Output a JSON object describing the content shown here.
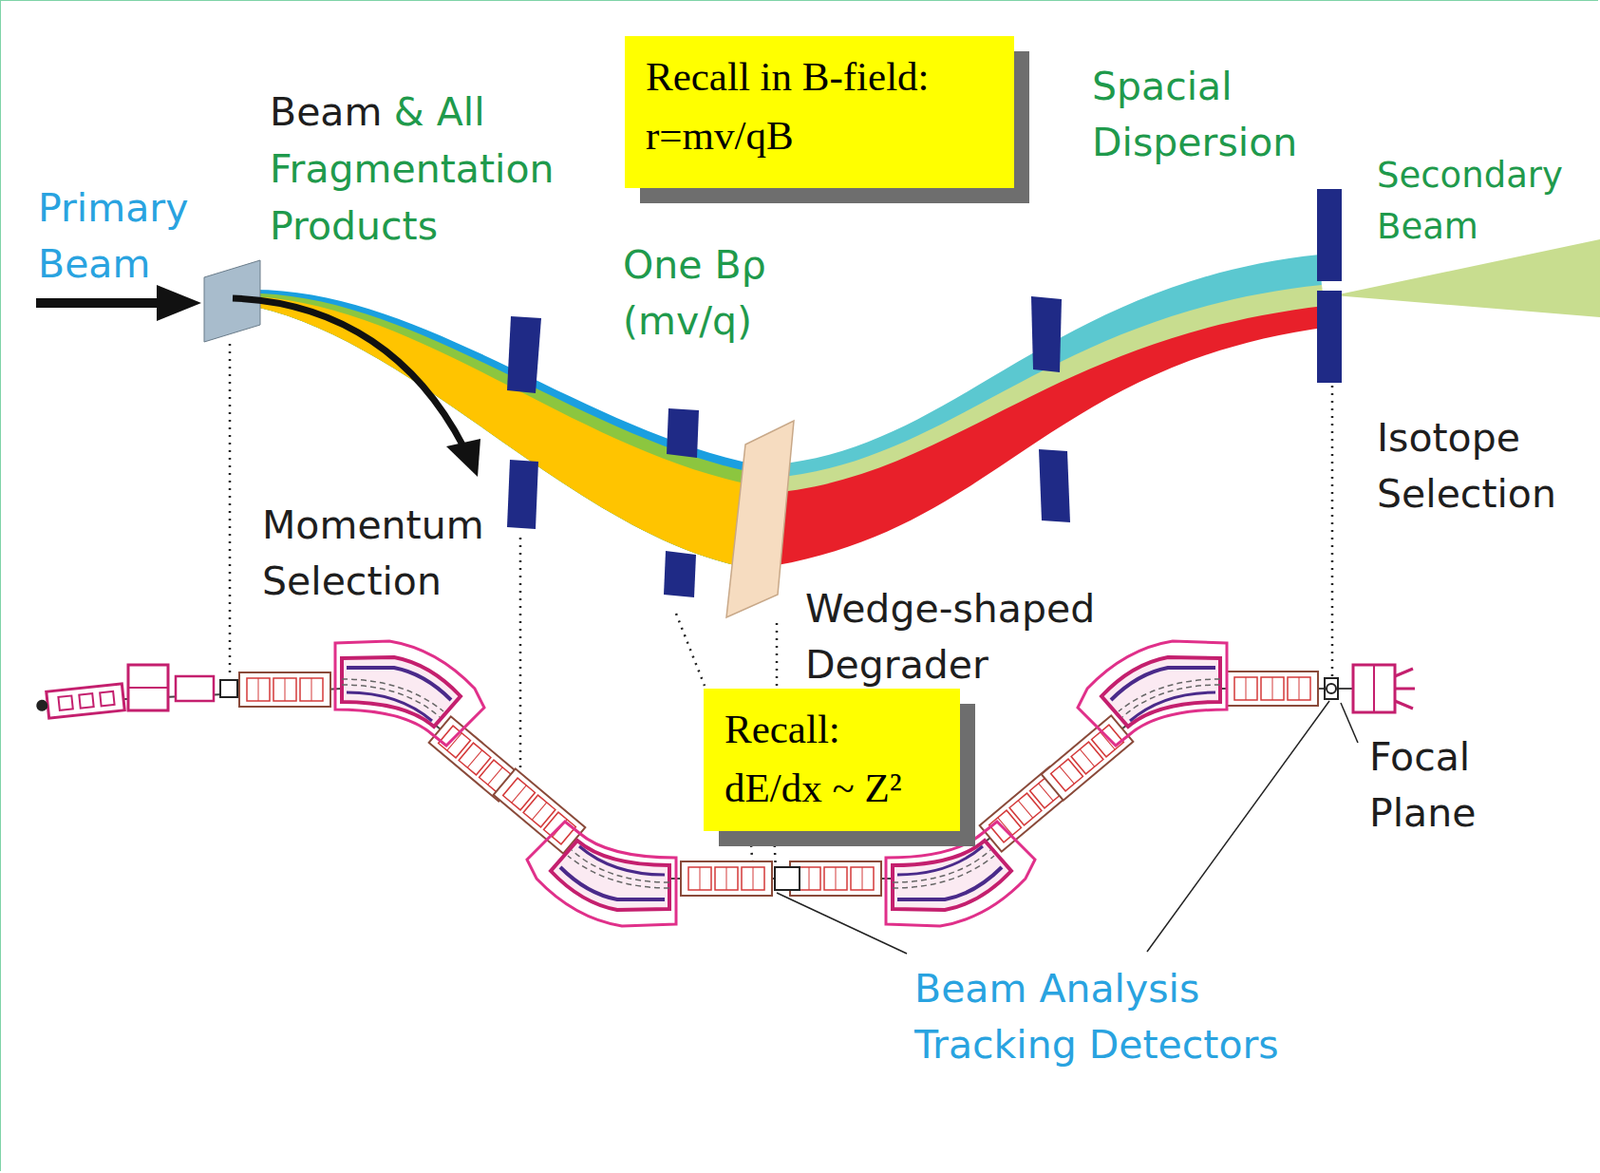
{
  "diagram": {
    "nodes": [
      {
        "text": [
          "Recall in B-field:",
          "r=mv/qB"
        ]
      },
      {
        "text": [
          "Recall:",
          "dE/dx ~ Z²"
        ]
      }
    ],
    "edges": [],
    "labels": [
      "Primary Beam",
      "Beam",
      "& All Fragmentation Products",
      "One Bρ (mv/q)",
      "Spacial Dispersion",
      "Secondary Beam",
      "Momentum Selection",
      "Wedge-shaped Degrader",
      "Isotope Selection",
      "Focal Plane",
      "Beam Analysis Tracking Detectors"
    ]
  }
}
